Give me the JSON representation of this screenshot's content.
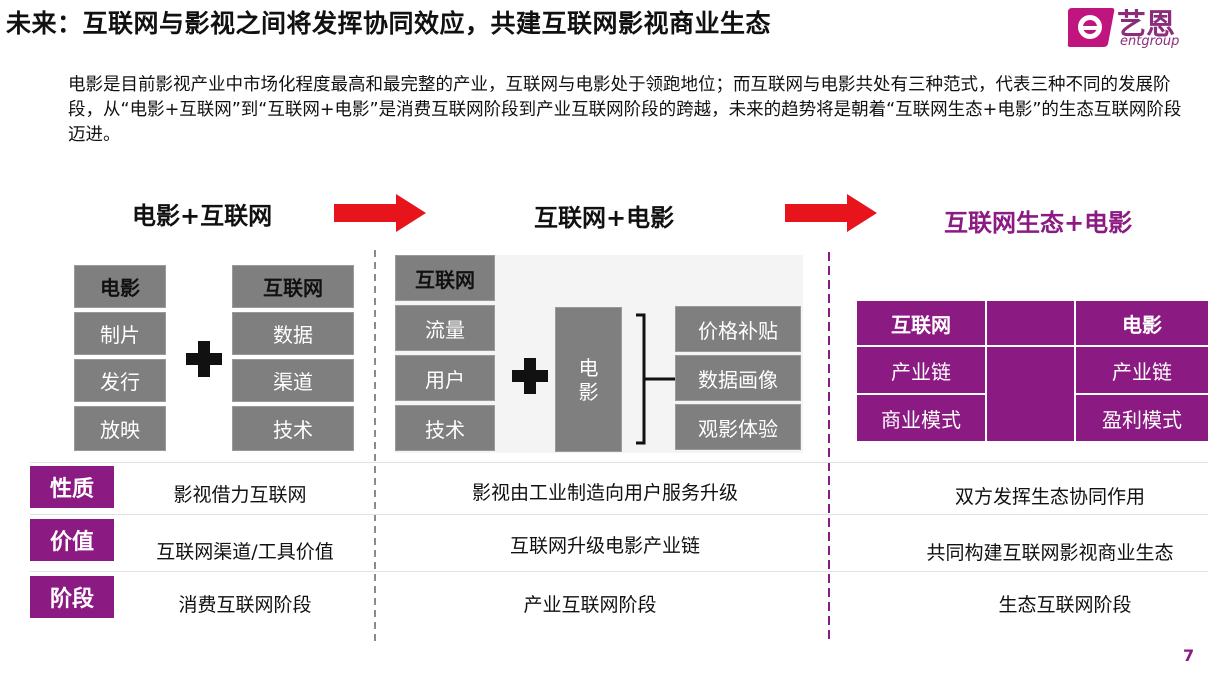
{
  "title": "未来：互联网与影视之间将发挥协同效应，共建互联网影视商业生态",
  "logo": {
    "cn": "艺恩",
    "en": "entgroup"
  },
  "intro": "电影是目前影视产业中市场化程度最高和最完整的产业，互联网与电影处于领跑地位；而互联网与电影共处有三种范式，代表三种不同的发展阶段，从“电影+互联网”到“互联网+电影”是消费互联网阶段到产业互联网阶段的跨越，未来的趋势将是朝着“互联网生态+电影”的生态互联网阶段迈进。",
  "stages": [
    {
      "heading": "电影+互联网",
      "color": "#111111"
    },
    {
      "heading": "互联网+电影",
      "color": "#111111"
    },
    {
      "heading": "互联网生态+电影",
      "color": "#8b1a82"
    }
  ],
  "model1": {
    "left": {
      "header": "电影",
      "items": [
        "制片",
        "发行",
        "放映"
      ]
    },
    "right": {
      "header": "互联网",
      "items": [
        "数据",
        "渠道",
        "技术"
      ]
    }
  },
  "model2": {
    "left": {
      "header": "互联网",
      "items": [
        "流量",
        "用户",
        "技术"
      ]
    },
    "center": "电\n影",
    "right": {
      "items": [
        "价格补贴",
        "数据画像",
        "观影体验"
      ]
    }
  },
  "model3": {
    "left": {
      "header": "互联网",
      "items": [
        "产业链",
        "商业模式"
      ]
    },
    "right": {
      "header": "电影",
      "items": [
        "产业链",
        "盈利模式"
      ]
    }
  },
  "rows": [
    {
      "label": "性质",
      "values": [
        "影视借力互联网",
        "影视由工业制造向用户服务升级",
        "双方发挥生态协同作用"
      ]
    },
    {
      "label": "价值",
      "values": [
        "互联网渠道/工具价值",
        "互联网升级电影产业链",
        "共同构建互联网影视商业生态"
      ]
    },
    {
      "label": "阶段",
      "values": [
        "消费互联网阶段",
        "产业互联网阶段",
        "生态互联网阶段"
      ]
    }
  ],
  "page_number": "7",
  "colors": {
    "accent": "#8b1a82",
    "gray_box": "#7f7f7f",
    "arrow": "#e8141b"
  }
}
